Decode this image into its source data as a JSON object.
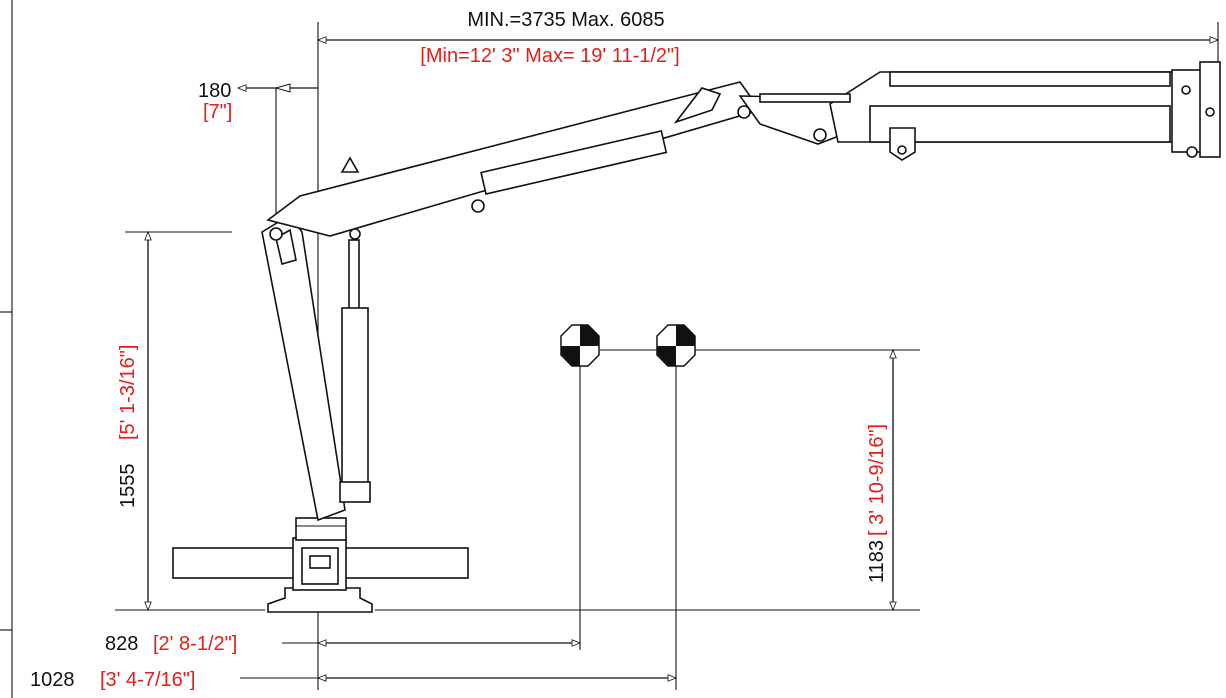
{
  "dimensions": {
    "outreach": {
      "metric": "MIN.=3735 Max. 6085",
      "imperial": "[Min=12' 3\" Max= 19' 11-1/2\"]"
    },
    "offset": {
      "metric": "180",
      "imperial": "[7\"]"
    },
    "height": {
      "metric": "1555",
      "imperial": "[5' 1-3/16\"]"
    },
    "cog_height": {
      "metric": "1183",
      "imperial": "[ 3' 10-9/16\"]"
    },
    "cog_reach_1": {
      "metric": "828",
      "imperial": "[2' 8-1/2\"]"
    },
    "cog_reach_2": {
      "metric": "1028",
      "imperial": "[3' 4-7/16\"]"
    }
  },
  "colors": {
    "line": "#111111",
    "imperial_text": "#e0201b"
  },
  "symbols": [
    "center-of-gravity-icon",
    "center-of-gravity-icon"
  ]
}
